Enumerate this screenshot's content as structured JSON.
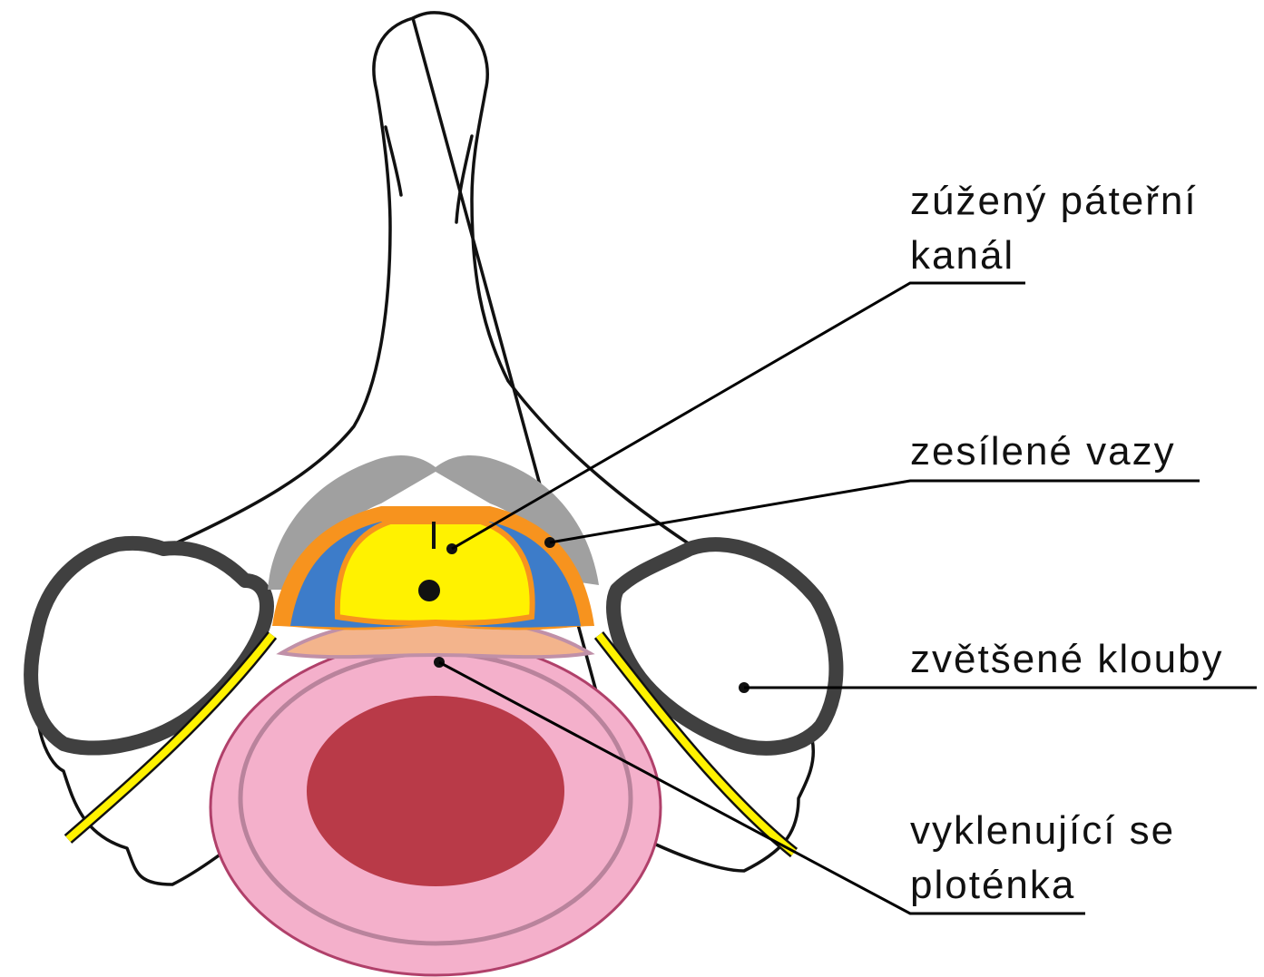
{
  "labels": {
    "canal_line1": "zúžený páteřní",
    "canal_line2": "kanál",
    "ligaments": "zesílené vazy",
    "joints": "zvětšené klouby",
    "disc_line1": "vyklenující se",
    "disc_line2": "ploténka"
  },
  "colors": {
    "bone_outline": "#111111",
    "ligament": "#a0a0a0",
    "spinal_cord": "#fff200",
    "fat": "#f7931e",
    "csf": "#3d7cc9",
    "disc_outer": "#f4b0cb",
    "disc_nucleus": "#b93a48",
    "bulge": "#f3b48c",
    "joint_outline": "#404040",
    "nerve": "#fff200"
  }
}
